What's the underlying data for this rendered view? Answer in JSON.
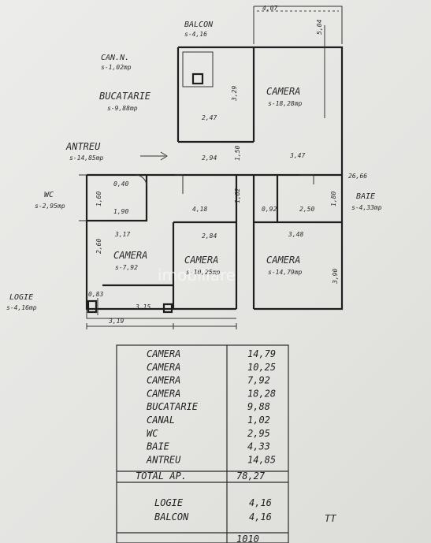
{
  "labels": {
    "balcon": "BALCON",
    "balcon_area": "s-4,16",
    "canal": "CAN.N.",
    "canal_area": "s-1,02mp",
    "bucatarie": "BUCATARIE",
    "bucatarie_area": "s-9,88mp",
    "antreu": "ANTREU",
    "antreu_area": "s-14,85mp",
    "wc": "WC",
    "wc_area": "s-2,95mp",
    "baie": "BAIE",
    "baie_area": "s-4,33mp",
    "logie": "LOGIE",
    "logie_area": "s-4,16mp",
    "camera_top": "CAMERA",
    "camera_top_area": "s-18,28mp",
    "camera_left": "CAMERA",
    "camera_left_area": "s-7,92",
    "camera_mid": "CAMERA",
    "camera_mid_area": "s-10,25mp",
    "camera_right": "CAMERA",
    "camera_right_area": "s-14,79mp"
  },
  "dims": {
    "top_width": "4,07",
    "d_5_04": "5,04",
    "d_3_29": "3,29",
    "d_2_94": "2,94",
    "d_3_47": "3,47",
    "d_2_47": "2,47",
    "d_1_90": "1,90",
    "d_1_60": "1,60",
    "d_4_18": "4,18",
    "d_2_50": "2,50",
    "d_0_92": "0,92",
    "d_3_17": "3,17",
    "d_2_84": "2,84",
    "d_3_48": "3,48",
    "d_2_60": "2,60",
    "d_3_90": "3,90",
    "d_3_19": "3,19",
    "d_3_15": "3,15",
    "d_26_66": "26,66",
    "d_1_80": "1,80",
    "d_1_62": "1,62",
    "d_1_50": "1,50",
    "d_0_83": "0,83",
    "d_0_40": "0,40"
  },
  "watermark": "imobiliare",
  "table": {
    "rows": [
      {
        "name": "CAMERA",
        "value": "14,79"
      },
      {
        "name": "CAMERA",
        "value": "10,25"
      },
      {
        "name": "CAMERA",
        "value": "7,92"
      },
      {
        "name": "CAMERA",
        "value": "18,28"
      },
      {
        "name": "BUCATARIE",
        "value": "9,88"
      },
      {
        "name": "CANAL",
        "value": "1,02"
      },
      {
        "name": "WC",
        "value": "2,95"
      },
      {
        "name": "BAIE",
        "value": "4,33"
      },
      {
        "name": "ANTREU",
        "value": "14,85"
      }
    ],
    "total_label": "TOTAL AP.",
    "total_value": "78,27",
    "extras": [
      {
        "name": "LOGIE",
        "value": "4,16"
      },
      {
        "name": "BALCON",
        "value": "4,16"
      }
    ],
    "bottom_value": "1010",
    "signature": "TT"
  }
}
